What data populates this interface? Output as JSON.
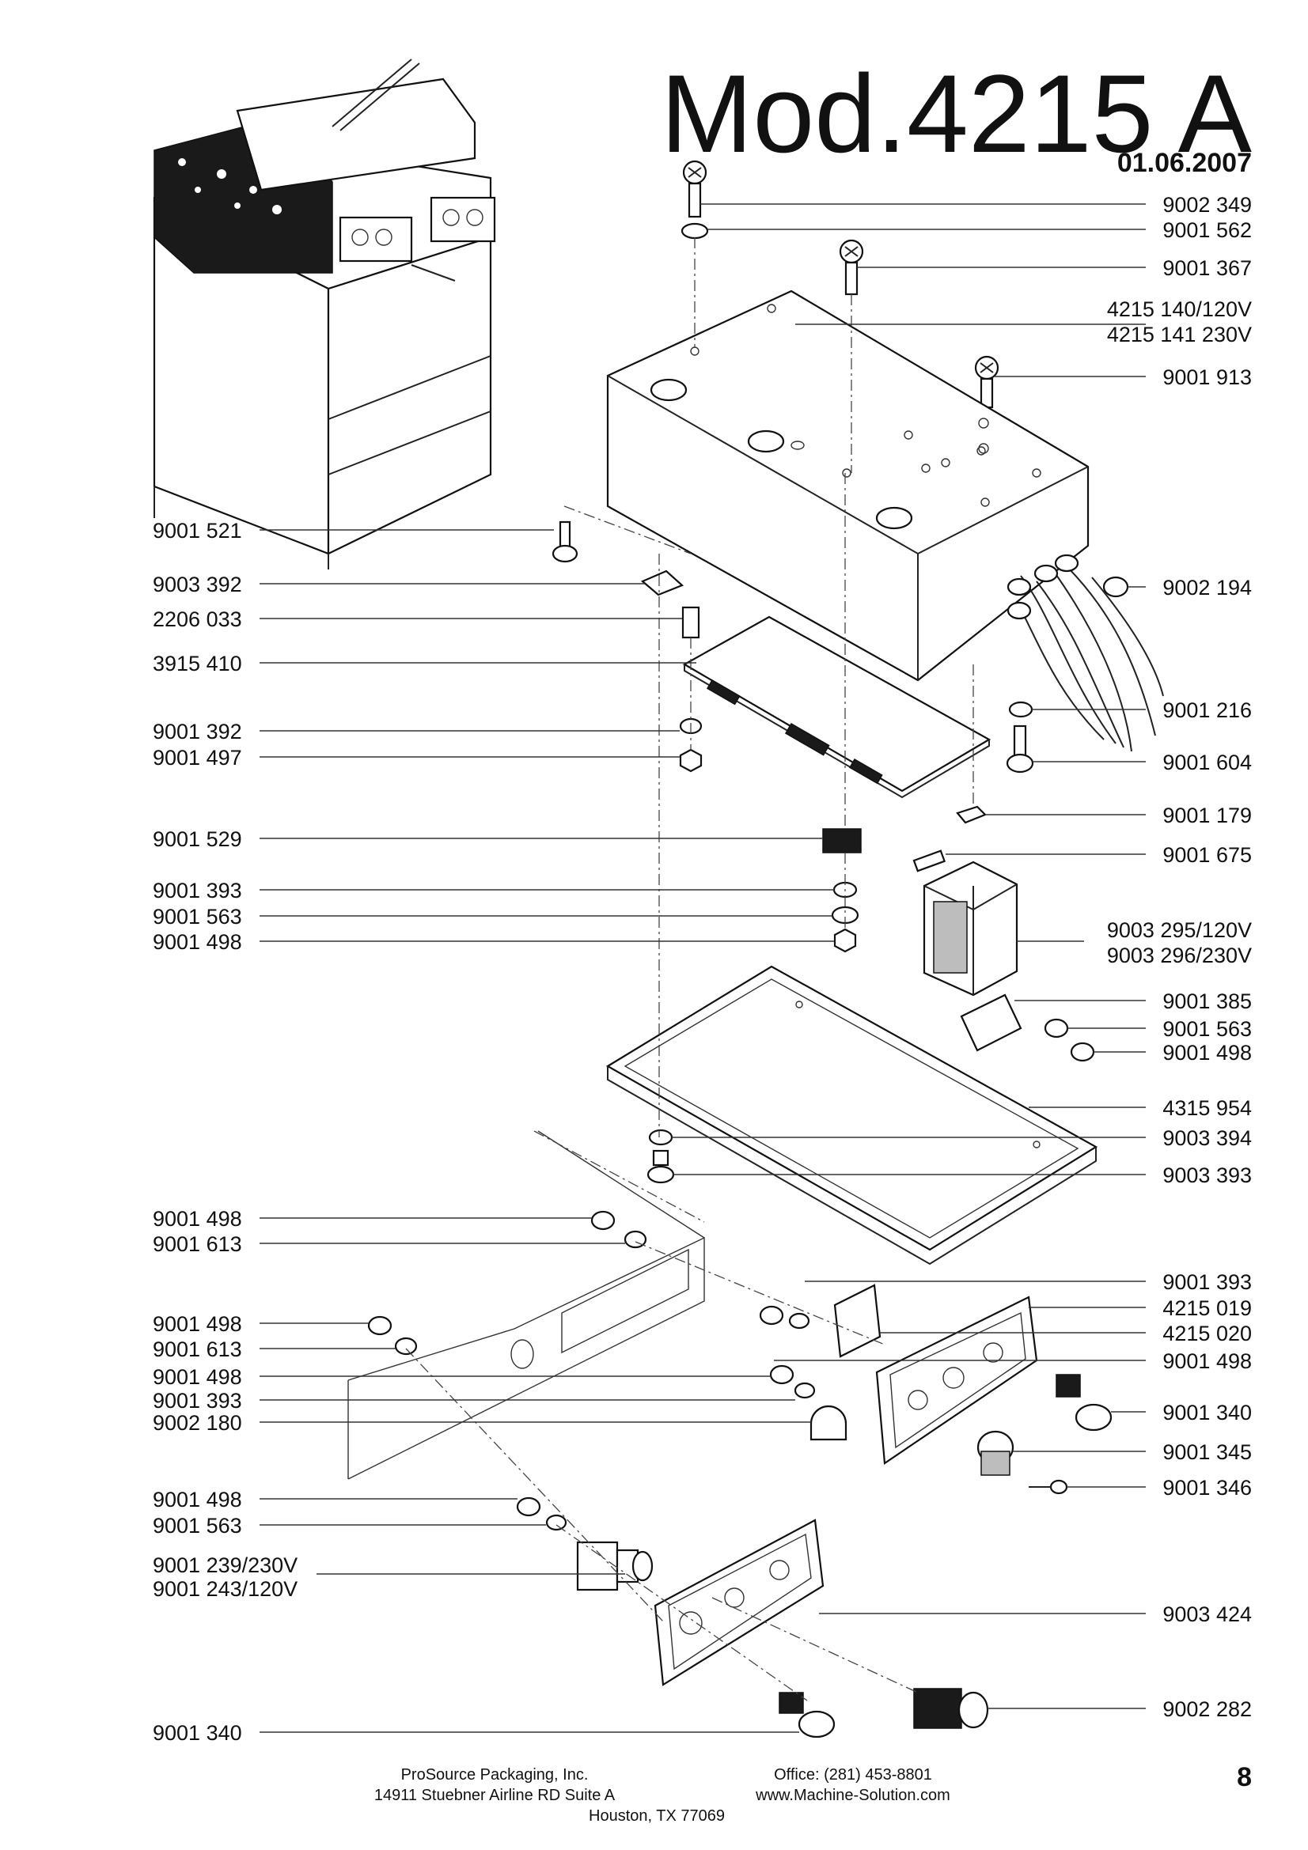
{
  "title": "Mod.4215  A",
  "date": "01.06.2007",
  "page_number": "8",
  "footer": {
    "company": "ProSource Packaging, Inc.",
    "address": "14911 Stuebner Airline RD Suite A",
    "city": "Houston, TX 77069",
    "office": "Office: (281) 453-8801",
    "website": "www.Machine-Solution.com"
  },
  "parts_right": [
    "9002 349",
    "9001 562",
    "9001 367",
    "4215 140/120V",
    "4215 141 230V",
    "9001 913",
    "9002 194",
    "9001 216",
    "9001 604",
    "9001 179",
    "9001 675",
    "9003 295/120V",
    "9003 296/230V",
    "9001 385",
    "9001 563",
    "9001 498",
    "4315 954",
    "9003 394",
    "9003 393",
    "9001 393",
    "4215 019",
    "4215 020",
    "9001 498",
    "9001 340",
    "9001 345",
    "9001 346",
    "9003 424",
    "9002 282"
  ],
  "parts_left": [
    "9001 521",
    "9003 392",
    "2206 033",
    "3915 410",
    "9001 392",
    "9001 497",
    "9001 529",
    "9001 393",
    "9001 563",
    "9001 498",
    "9001 498",
    "9001 613",
    "9001 498",
    "9001 613",
    "9001 498",
    "9001 393",
    "9002 180",
    "9001 498",
    "9001 563",
    "9001 239/230V",
    "9001 243/120V",
    "9001 340"
  ]
}
